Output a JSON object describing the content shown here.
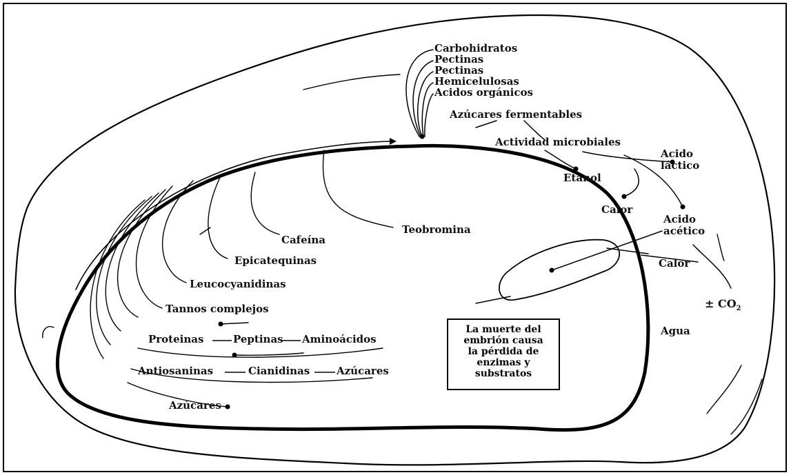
{
  "labels": {
    "carbohidratos": "Carbohidratos",
    "pectinas_1": "Pectinas",
    "pectinas_2": "Pectinas",
    "hemicelulosas": "Hemicelulosas",
    "acidos_organicos": "Acidos orgánicos",
    "azucares_fermentables": "Azúcares fermentables",
    "actividad_microbiales": "Actividad microbiales",
    "acido_lactico_1": "Acido",
    "acido_lactico_2": "láctico",
    "etanol": "Etanol",
    "calor_1": "Calor",
    "acido_acetico_1": "Acido",
    "acido_acetico_2": "acético",
    "calor_2": "Calor",
    "co2_sign": "±",
    "co2": "CO",
    "co2_sub": "2",
    "agua": "Agua",
    "teobromina": "Teobromina",
    "cafeina": "Cafeína",
    "epicatequinas": "Epicatequinas",
    "leucocyanidinas": "Leucocyanidinas",
    "tannos_complejos": "Tannos complejos",
    "proteinas": "Proteinas",
    "peptinas": "Peptinas",
    "aminoacidos": "Aminoácidos",
    "antiosaninas": "Antiosaninas",
    "cianidinas": "Cianidinas",
    "azucares_1": "Azúcares",
    "azucares_2": "Azúcares"
  },
  "info_box": {
    "line1": "La muerte del",
    "line2": "embrión causa",
    "line3": "la pérdida de",
    "line4": "enzimas y",
    "line5": "substratos"
  }
}
